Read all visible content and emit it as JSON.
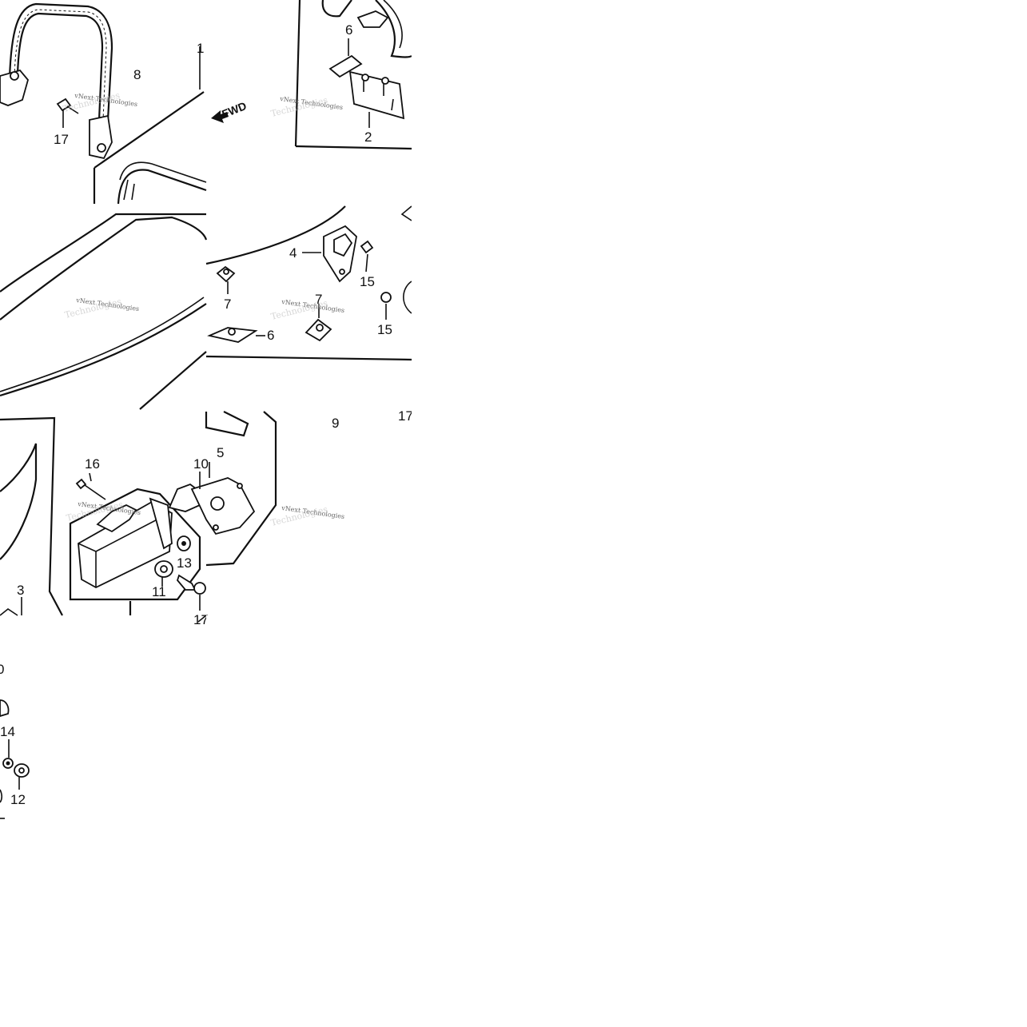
{
  "labels": {
    "l1": "1",
    "l2": "2",
    "l3": "3",
    "l4": "4",
    "l5": "5",
    "l6a": "6",
    "l6b": "6",
    "l7a": "7",
    "l7b": "7",
    "l8": "8",
    "l9": "9",
    "l10a": "10",
    "l10b": "0",
    "l11": "11",
    "l12": "12",
    "l13": "13",
    "l14": "14",
    "l15a": "15",
    "l15b": "15",
    "l16": "16",
    "l17a": "17",
    "l17b": "17",
    "l17c": "17"
  },
  "fwd": "FWD",
  "watermark": {
    "line1": "vNext Technologies",
    "line2": "Technologies"
  }
}
